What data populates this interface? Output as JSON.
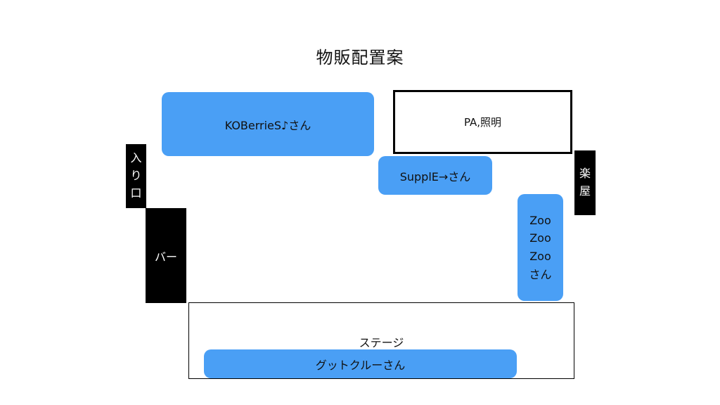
{
  "title": "物販配置案",
  "colors": {
    "vendor_blue": "#4a9ff5",
    "fixture_black": "#000000",
    "outline": "#000000"
  },
  "areas": {
    "koberries": "KOBerrieS♪さん",
    "pa": "PA,照明",
    "supple": "SupplE→さん",
    "zoo": [
      "Zoo",
      "Zoo",
      "Zoo",
      "さん"
    ],
    "entrance": [
      "入",
      "り",
      "口"
    ],
    "gakuya": [
      "楽",
      "屋"
    ],
    "bar": "バー",
    "stage": "ステージ",
    "gut": "グットクルーさん"
  }
}
